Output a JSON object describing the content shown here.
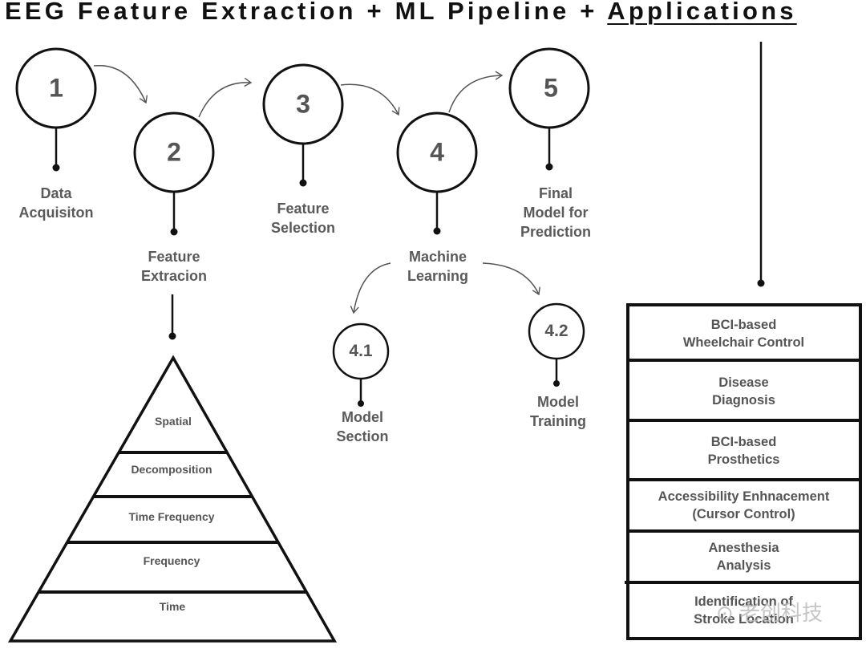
{
  "title": {
    "part1": "EEG Feature Extraction + ML Pipeline + ",
    "part2": "Applications"
  },
  "steps": [
    {
      "number": "1",
      "label_lines": [
        "Data",
        "Acquisiton"
      ]
    },
    {
      "number": "2",
      "label_lines": [
        "Feature",
        "Extracion"
      ]
    },
    {
      "number": "3",
      "label_lines": [
        "Feature",
        "Selection"
      ]
    },
    {
      "number": "4",
      "label_lines": [
        "Machine",
        "Learning"
      ]
    },
    {
      "number": "5",
      "label_lines": [
        "Final",
        "Model for",
        "Prediction"
      ]
    }
  ],
  "substeps": [
    {
      "number": "4.1",
      "label_lines": [
        "Model",
        "Section"
      ]
    },
    {
      "number": "4.2",
      "label_lines": [
        "Model",
        "Training"
      ]
    }
  ],
  "feature_pyramid": {
    "tiers_top_to_bottom": [
      "Spatial",
      "Decomposition",
      "Time Frequency",
      "Frequency",
      "Time"
    ]
  },
  "applications": [
    {
      "lines": [
        "BCI-based",
        "Wheelchair Control"
      ]
    },
    {
      "lines": [
        "Disease",
        "Diagnosis"
      ]
    },
    {
      "lines": [
        "BCI-based",
        "Prosthetics"
      ]
    },
    {
      "lines": [
        "Accessibility Enhnacement",
        "(Cursor Control)"
      ]
    },
    {
      "lines": [
        "Anesthesia",
        "Analysis"
      ]
    },
    {
      "lines": [
        "Identification of",
        "Stroke Location"
      ]
    }
  ],
  "watermark": "⊙ 老创科技"
}
